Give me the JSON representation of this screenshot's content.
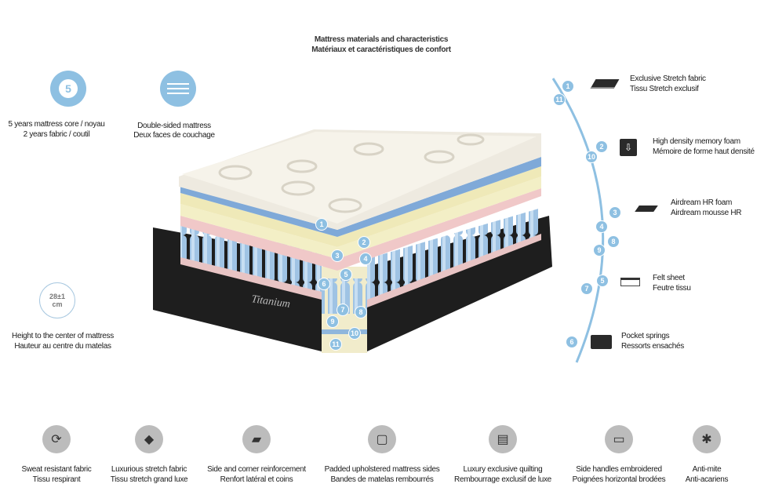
{
  "title": {
    "en": "Mattress materials and characteristics",
    "fr": "Matériaux et caractéristiques de confort"
  },
  "features_top": [
    {
      "icon": "warranty-5-icon",
      "badge": "5",
      "en": "5 years mattress core / noyau",
      "fr": "2 years fabric / coutil"
    },
    {
      "icon": "double-sided-icon",
      "en": "Double-sided mattress",
      "fr": "Deux faces de couchage"
    },
    {
      "icon": "height-icon",
      "badge": "28±1",
      "unit": "cm",
      "en": "Height to the center of mattress",
      "fr": "Hauteur au centre du matelas"
    }
  ],
  "brand": "Titanium",
  "layer_numbers": [
    "1",
    "2",
    "3",
    "4",
    "5",
    "6",
    "7",
    "8",
    "9",
    "10",
    "11"
  ],
  "materials": [
    {
      "icon": "stretch-fabric-icon",
      "en": "Exclusive Stretch fabric",
      "fr": "Tissu Stretch exclusif"
    },
    {
      "icon": "memory-foam-icon",
      "en": "High density memory foam",
      "fr": "Mémoire de forme haut densité"
    },
    {
      "icon": "hr-foam-icon",
      "en": "Airdream HR foam",
      "fr": "Airdream mousse HR"
    },
    {
      "icon": "felt-sheet-icon",
      "en": "Felt sheet",
      "fr": "Feutre tissu"
    },
    {
      "icon": "pocket-springs-icon",
      "en": "Pocket springs",
      "fr": "Ressorts ensachés"
    }
  ],
  "features_bottom": [
    {
      "icon": "sweat-resistant-icon",
      "en": "Sweat resistant fabric",
      "fr": "Tissu respirant"
    },
    {
      "icon": "diamond-icon",
      "en": "Luxurious stretch fabric",
      "fr": "Tissu stretch grand luxe"
    },
    {
      "icon": "corner-reinforcement-icon",
      "en": "Side and corner reinforcement",
      "fr": "Renfort latéral et coins"
    },
    {
      "icon": "padded-sides-icon",
      "en": "Padded upholstered mattress sides",
      "fr": "Bandes de matelas rembourrés"
    },
    {
      "icon": "quilting-icon",
      "en": "Luxury exclusive quilting",
      "fr": "Rembourrage exclusif de luxe"
    },
    {
      "icon": "side-handles-icon",
      "en": "Side handles embroidered",
      "fr": "Poignées horizontal brodées"
    },
    {
      "icon": "anti-mite-icon",
      "en": "Anti-mite",
      "fr": "Anti-acariens"
    }
  ],
  "colors": {
    "accent": "#8ec0e2",
    "icon_gray": "#bcbcbc",
    "dark": "#222222"
  }
}
